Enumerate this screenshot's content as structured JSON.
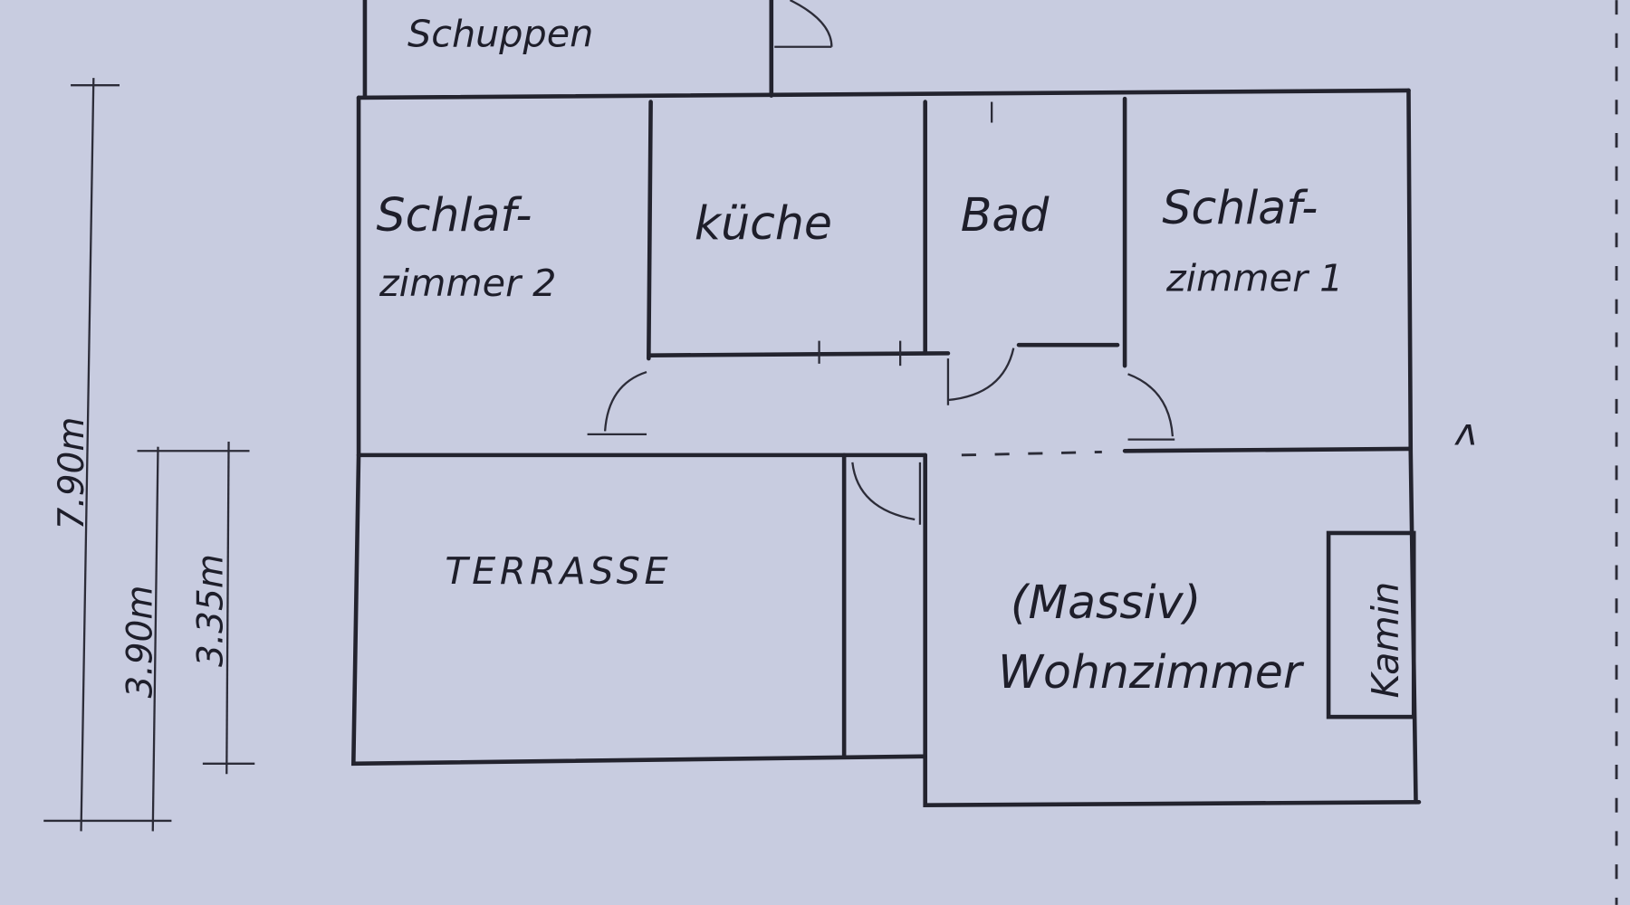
{
  "plan": {
    "rooms": {
      "shed": "Schuppen",
      "bedroom2_line1": "Schlaf-",
      "bedroom2_line2": "zimmer 2",
      "kitchen": "küche",
      "bath": "Bad",
      "bedroom1_line1": "Schlaf-",
      "bedroom1_line2": "zimmer 1",
      "terrace": "TERRASSE",
      "living_note": "(Massiv)",
      "living": "Wohnzimmer",
      "fireplace": "Kamin"
    },
    "dimensions": {
      "total_depth": "7.90m",
      "terrace_depth_outer": "3.90m",
      "terrace_depth_inner": "3.35m"
    },
    "marker": "ʌ"
  },
  "colors": {
    "paper": "#c8cce0",
    "ink": "#23232e"
  }
}
